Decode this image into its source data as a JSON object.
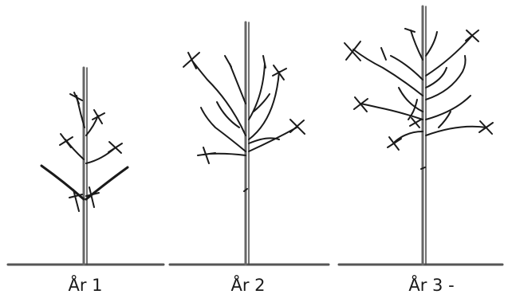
{
  "labels": {
    "year1": "År 1",
    "year2": "År 2",
    "year3": "År 3 -"
  },
  "colors": {
    "branch": "#1a1a1a",
    "trunk": "#555555",
    "ground": "#555555"
  }
}
